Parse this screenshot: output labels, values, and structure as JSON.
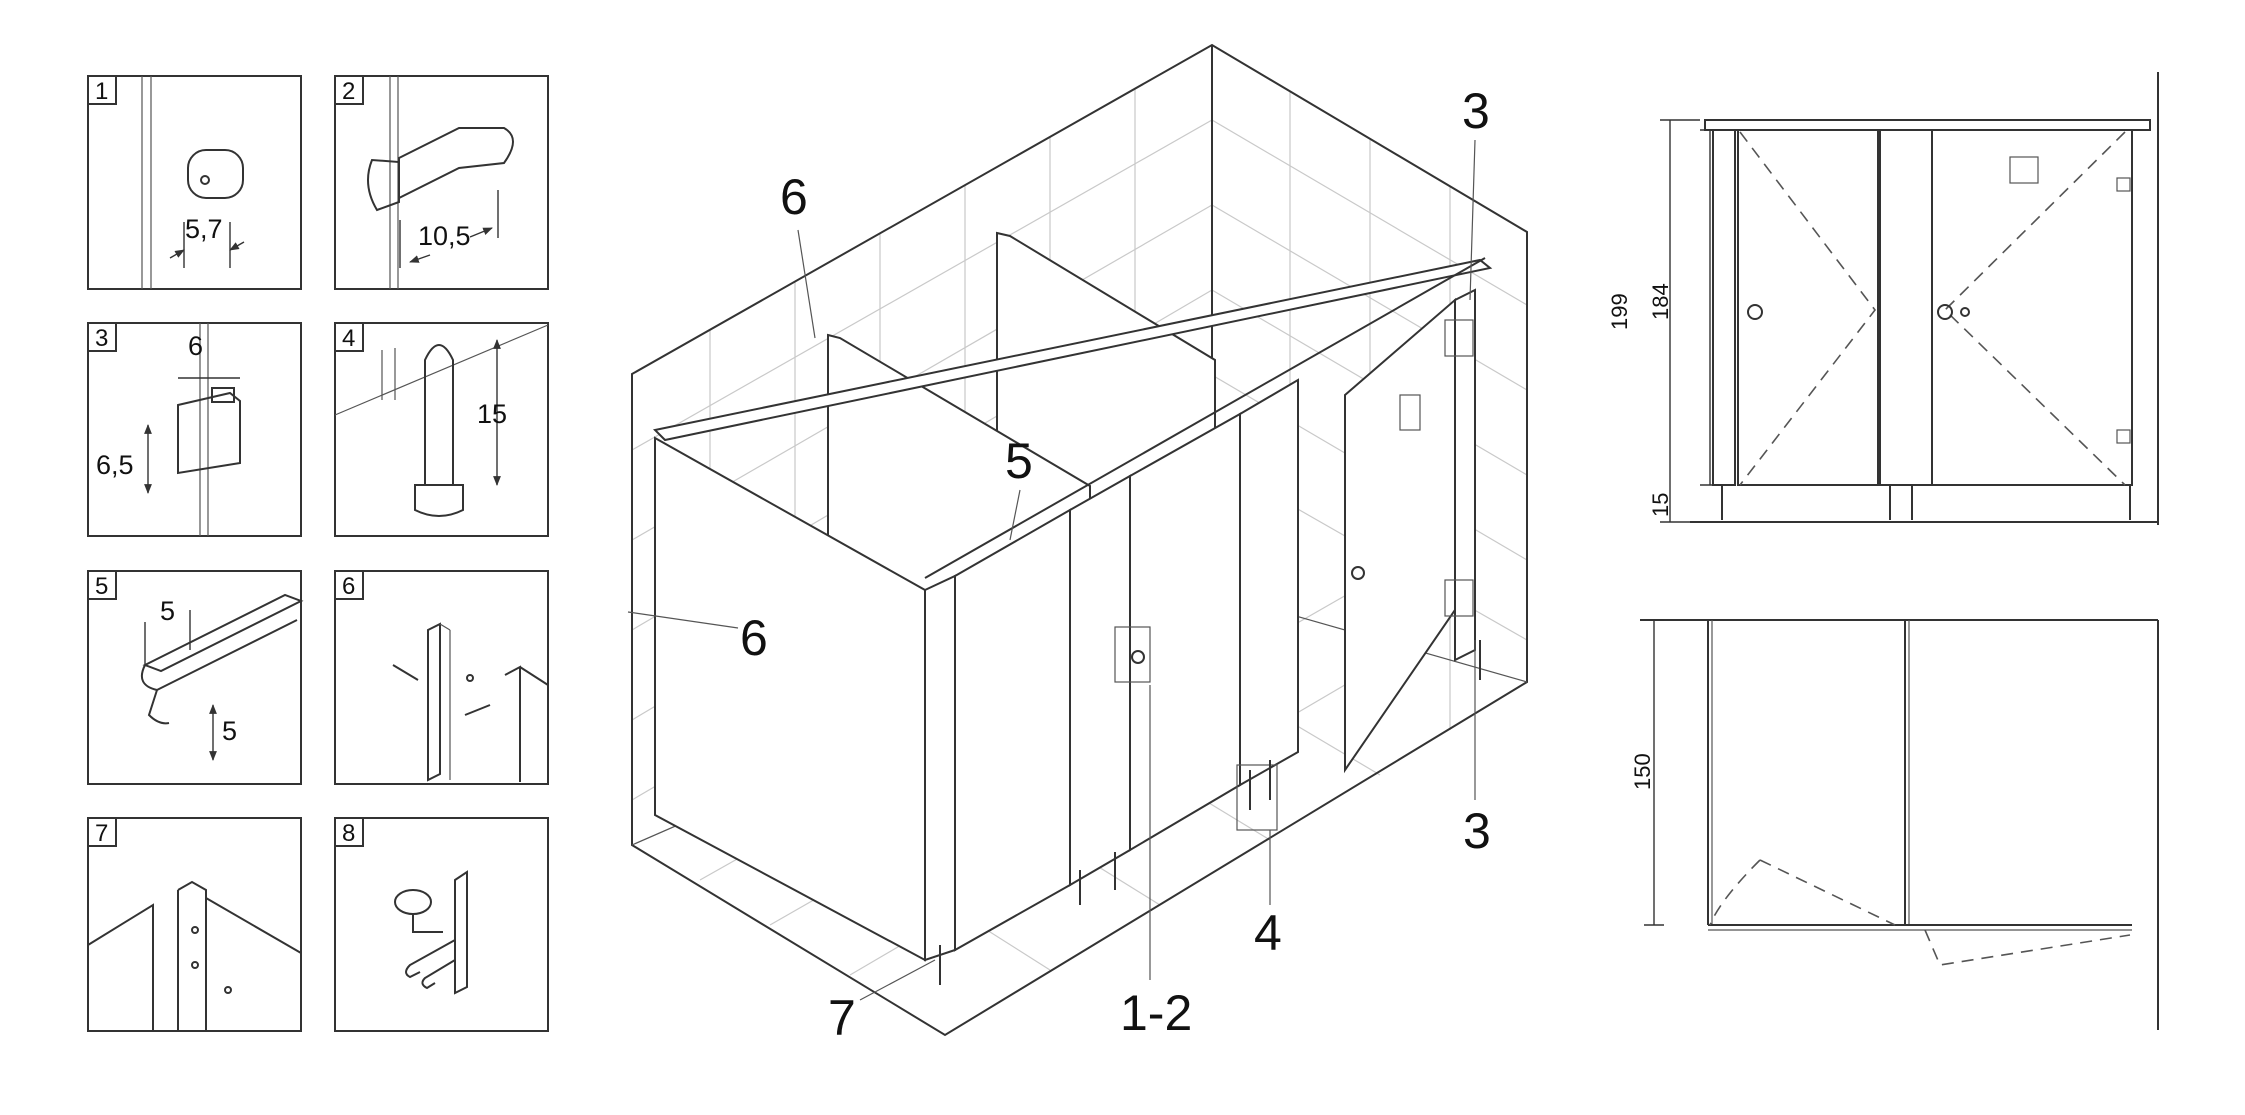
{
  "details": [
    {
      "number": "1",
      "dims": [
        "5,7"
      ]
    },
    {
      "number": "2",
      "dims": [
        "10,5"
      ]
    },
    {
      "number": "3",
      "dims": [
        "6",
        "6,5"
      ]
    },
    {
      "number": "4",
      "dims": [
        "15"
      ]
    },
    {
      "number": "5",
      "dims": [
        "5",
        "5"
      ]
    },
    {
      "number": "6",
      "dims": []
    },
    {
      "number": "7",
      "dims": []
    },
    {
      "number": "8",
      "dims": []
    }
  ],
  "iso_callouts": {
    "c6_top": "6",
    "c6_left": "6",
    "c5": "5",
    "c3_top": "3",
    "c3_bottom": "3",
    "c4": "4",
    "c7": "7",
    "c12": "1-2"
  },
  "elevation": {
    "dim_199": "199",
    "dim_184": "184",
    "dim_15": "15"
  },
  "plan": {
    "dim_150": "150"
  },
  "icons": [
    "wheelchair-icon"
  ]
}
